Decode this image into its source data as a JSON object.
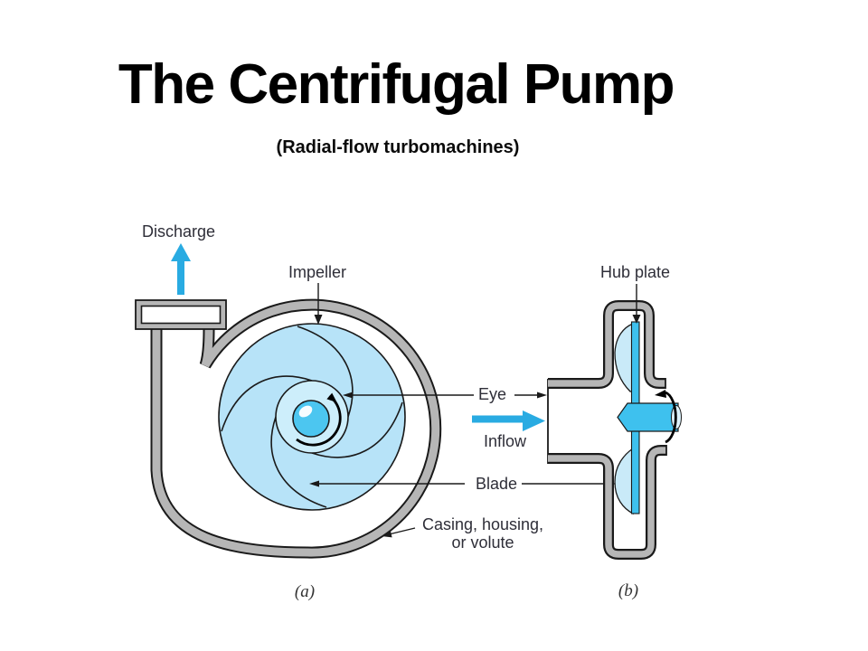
{
  "slide": {
    "title": "The Centrifugal Pump",
    "subtitle": "(Radial-flow turbomachines)"
  },
  "labels": {
    "discharge": "Discharge",
    "impeller": "Impeller",
    "hub_plate": "Hub plate",
    "eye": "Eye",
    "inflow": "Inflow",
    "blade": "Blade",
    "casing_line1": "Casing, housing,",
    "casing_line2": "or volute",
    "caption_a": "(a)",
    "caption_b": "(b)"
  },
  "colors": {
    "accent_blue": "#29abe2",
    "impeller_fill": "#b7e3f8",
    "hub_fill": "#cdeefb",
    "eye_fill": "#4cc6f0",
    "shaft_fill": "#3ec1ee",
    "section_fill": "#c9eaf8",
    "casing_gray": "#b6b6b6",
    "outline": "#1a1a1a",
    "label_text": "#2e2e38"
  }
}
